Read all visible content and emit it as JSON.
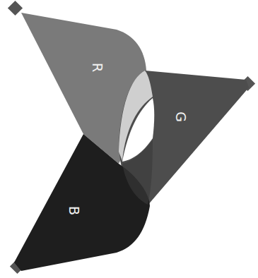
{
  "diagram": {
    "nodes": [
      {
        "text": [
          "R"
        ]
      },
      {
        "text": [
          "G"
        ]
      },
      {
        "text": [
          "B"
        ]
      }
    ]
  }
}
